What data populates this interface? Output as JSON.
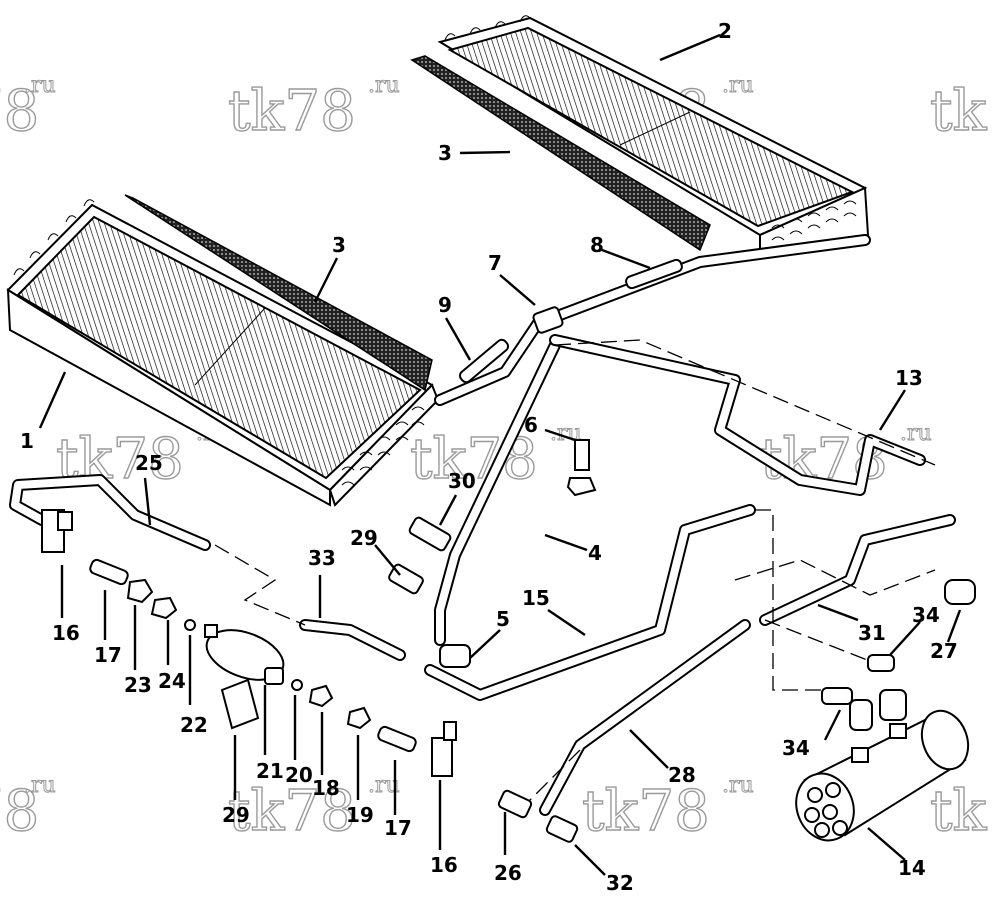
{
  "watermark": {
    "text": "tk78",
    "suffix": ".ru",
    "partial_left": "78",
    "partial_right": "tk"
  },
  "callouts": [
    {
      "id": "1",
      "label": "1"
    },
    {
      "id": "2",
      "label": "2"
    },
    {
      "id": "3a",
      "label": "3"
    },
    {
      "id": "3b",
      "label": "3"
    },
    {
      "id": "4",
      "label": "4"
    },
    {
      "id": "5",
      "label": "5"
    },
    {
      "id": "6",
      "label": "6"
    },
    {
      "id": "7",
      "label": "7"
    },
    {
      "id": "8",
      "label": "8"
    },
    {
      "id": "9",
      "label": "9"
    },
    {
      "id": "13",
      "label": "13"
    },
    {
      "id": "14",
      "label": "14"
    },
    {
      "id": "15",
      "label": "15"
    },
    {
      "id": "16a",
      "label": "16"
    },
    {
      "id": "16b",
      "label": "16"
    },
    {
      "id": "17a",
      "label": "17"
    },
    {
      "id": "17b",
      "label": "17"
    },
    {
      "id": "18",
      "label": "18"
    },
    {
      "id": "19",
      "label": "19"
    },
    {
      "id": "20",
      "label": "20"
    },
    {
      "id": "21",
      "label": "21"
    },
    {
      "id": "22",
      "label": "22"
    },
    {
      "id": "23",
      "label": "23"
    },
    {
      "id": "24",
      "label": "24"
    },
    {
      "id": "25",
      "label": "25"
    },
    {
      "id": "26",
      "label": "26"
    },
    {
      "id": "27",
      "label": "27"
    },
    {
      "id": "28",
      "label": "28"
    },
    {
      "id": "29a",
      "label": "29"
    },
    {
      "id": "29b",
      "label": "29"
    },
    {
      "id": "30",
      "label": "30"
    },
    {
      "id": "31",
      "label": "31"
    },
    {
      "id": "32",
      "label": "32"
    },
    {
      "id": "33",
      "label": "33"
    },
    {
      "id": "34a",
      "label": "34"
    },
    {
      "id": "34b",
      "label": "34"
    }
  ]
}
